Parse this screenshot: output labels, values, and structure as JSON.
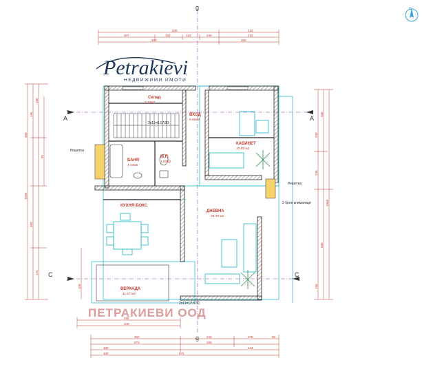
{
  "logo": {
    "brand": "Petrakievi",
    "subtitle": "НЕДВИЖИМИ ИМОТИ"
  },
  "watermark": "ПЕТРАКИЕВИ ООД",
  "compass_letter": "N",
  "section_marks": {
    "a_left": "A",
    "a_right": "A",
    "c_left": "C",
    "c_right": "C",
    "g_top": "g",
    "g_bottom": "g"
  },
  "rooms": {
    "wc": {
      "name": "Склад",
      "area": "3.10м2"
    },
    "entry": {
      "name": "ВХОД",
      "area": "6.65м2"
    },
    "cabinet": {
      "name": "КАБИНЕТ",
      "area": "10.58 м2"
    },
    "bath": {
      "name": "БАНЯ",
      "area": "4.44м2"
    },
    "mp": {
      "name": "М.П.",
      "area": "1.80м2"
    },
    "kitchen": {
      "name": "КУХНЯ-БОКС",
      "area": ""
    },
    "living": {
      "name": "ДНЕВНА",
      "area": "38.46 м2"
    },
    "veranda": {
      "name": "ВЕРАНДА",
      "area": "11.67 м2"
    }
  },
  "notes": {
    "grille_left": "Решетка",
    "grille_right": "Решетка",
    "ac": "2 броя климатици",
    "stairs_label": "2x11=0.17/30",
    "veranda_label": "2x11=12.5/30"
  },
  "dims": {
    "top_row1": [
      "530",
      "312"
    ],
    "top_row2": [
      "207",
      "150",
      "112",
      "240",
      "312"
    ],
    "top_row3": [
      "460",
      "300"
    ],
    "left_col": [
      "450",
      "195",
      "100",
      "55",
      "1030",
      "350",
      "175",
      "100"
    ],
    "right_col": [
      "340",
      "330",
      "240",
      "1058",
      "560",
      "150"
    ],
    "bottom_row1": [
      "350",
      "242",
      "270",
      "58"
    ],
    "bottom_row2": [
      "272",
      "330",
      "442",
      "572"
    ],
    "bottom_row3": [
      "460",
      "340",
      "150",
      "130"
    ]
  }
}
